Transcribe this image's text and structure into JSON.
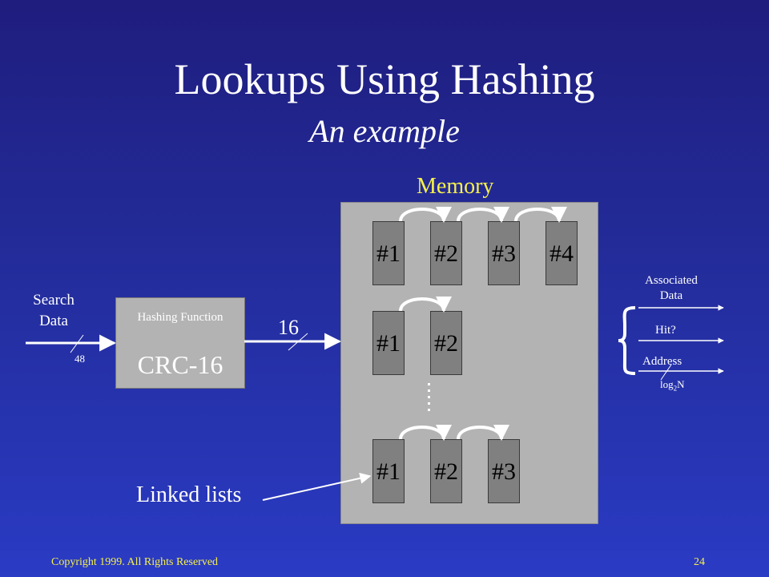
{
  "slide": {
    "title": "Lookups Using Hashing",
    "subtitle": "An example",
    "footer_left": "Copyright 1999. All Rights Reserved",
    "footer_page": "24"
  },
  "input": {
    "search_data_label": "Search\nData",
    "width_in": "48",
    "width_hash": "16"
  },
  "hash_function": {
    "label": "Hashing Function",
    "name": "CRC-16"
  },
  "memory": {
    "label": "Memory",
    "rows": [
      [
        "#1",
        "#2",
        "#3",
        "#4"
      ],
      [
        "#1",
        "#2"
      ],
      [
        "#1",
        "#2",
        "#3"
      ]
    ]
  },
  "outputs": {
    "associated_data": "Associated\nData",
    "hit": "Hit?",
    "address": "Address",
    "width_address_base": "log",
    "width_address_sub": "2",
    "width_address_var": "N"
  },
  "annotation": {
    "linked_lists": "Linked lists"
  },
  "colors": {
    "background_top": "#1f1d7e",
    "background_bottom": "#2a3bc4",
    "accent_yellow": "#f5f04a",
    "box_gray": "#b3b3b3",
    "cell_gray": "#808080"
  }
}
